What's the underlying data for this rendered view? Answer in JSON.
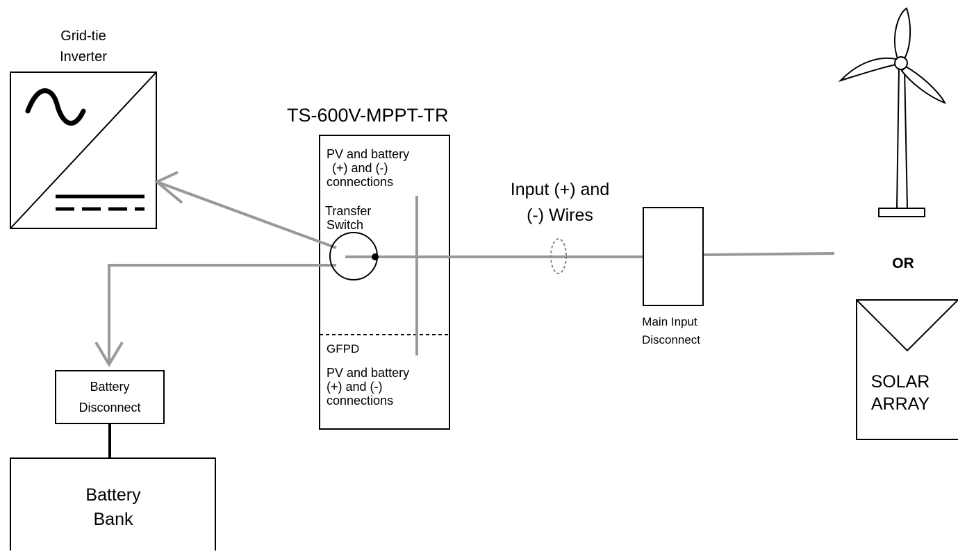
{
  "inverter": {
    "title_line1": "Grid-tie",
    "title_line2": "Inverter",
    "ac_symbol": "sine-wave-icon",
    "dc_symbol": "dc-lines-icon"
  },
  "controller": {
    "model": "TS-600V-MPPT-TR",
    "top_connections_line1": "PV and battery",
    "top_connections_line2": "(+) and (-)",
    "top_connections_line3": "connections",
    "transfer_switch_line1": "Transfer",
    "transfer_switch_line2": "Switch",
    "gfpd": "GFPD",
    "bottom_connections_line1": "PV and battery",
    "bottom_connections_line2": "(+) and (-)",
    "bottom_connections_line3": "connections"
  },
  "input_wires": {
    "label_line1": "Input (+) and",
    "label_line2": "(-) Wires"
  },
  "main_disconnect": {
    "label_line1": "Main Input",
    "label_line2": "Disconnect"
  },
  "battery_disconnect": {
    "label_line1": "Battery",
    "label_line2": "Disconnect"
  },
  "battery_bank": {
    "label_line1": "Battery",
    "label_line2": "Bank"
  },
  "sources": {
    "wind_turbine_icon": "wind-turbine-icon",
    "or_label": "OR",
    "solar_line1": "SOLAR",
    "solar_line2": "ARRAY"
  },
  "colors": {
    "wire": "#999999",
    "outline": "#000000",
    "background": "#ffffff"
  }
}
